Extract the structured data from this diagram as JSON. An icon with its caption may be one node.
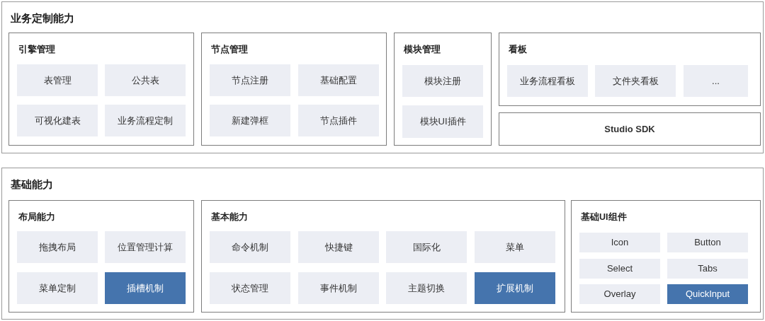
{
  "diagram": {
    "nodes": [
      {
        "text": [
          "业务定制能力"
        ]
      },
      {
        "text": [
          "引擎管理"
        ],
        "in": 0
      },
      {
        "text": [
          "表管理"
        ],
        "in": 1
      },
      {
        "text": [
          "公共表"
        ],
        "in": 1
      },
      {
        "text": [
          "可视化建表"
        ],
        "in": 1
      },
      {
        "text": [
          "业务流程定制"
        ],
        "in": 1
      },
      {
        "text": [
          "节点管理"
        ],
        "in": 0
      },
      {
        "text": [
          "节点注册"
        ],
        "in": 6
      },
      {
        "text": [
          "基础配置"
        ],
        "in": 6
      },
      {
        "text": [
          "新建弹框"
        ],
        "in": 6
      },
      {
        "text": [
          "节点插件"
        ],
        "in": 6
      },
      {
        "text": [
          "模块管理"
        ],
        "in": 0
      },
      {
        "text": [
          "模块注册"
        ],
        "in": 11
      },
      {
        "text": [
          "模块UI插件"
        ],
        "in": 11
      },
      {
        "text": [
          "看板"
        ],
        "in": 0
      },
      {
        "text": [
          "业务流程看板"
        ],
        "in": 14
      },
      {
        "text": [
          "文件夹看板"
        ],
        "in": 14
      },
      {
        "text": [
          "..."
        ],
        "in": 14
      },
      {
        "text": [
          "Studio SDK"
        ],
        "in": 0
      },
      {
        "text": [
          "基础能力"
        ]
      },
      {
        "text": [
          "布局能力"
        ],
        "in": 19
      },
      {
        "text": [
          "拖拽布局"
        ],
        "in": 20
      },
      {
        "text": [
          "位置管理计算"
        ],
        "in": 20
      },
      {
        "text": [
          "菜单定制"
        ],
        "in": 20
      },
      {
        "text": [
          "插槽机制"
        ],
        "in": 20
      },
      {
        "text": [
          "基本能力"
        ],
        "in": 19
      },
      {
        "text": [
          "命令机制"
        ],
        "in": 25
      },
      {
        "text": [
          "快捷键"
        ],
        "in": 25
      },
      {
        "text": [
          "国际化"
        ],
        "in": 25
      },
      {
        "text": [
          "菜单"
        ],
        "in": 25
      },
      {
        "text": [
          "状态管理"
        ],
        "in": 25
      },
      {
        "text": [
          "事件机制"
        ],
        "in": 25
      },
      {
        "text": [
          "主题切换"
        ],
        "in": 25
      },
      {
        "text": [
          "扩展机制"
        ],
        "in": 25
      },
      {
        "text": [
          "基础UI组件"
        ],
        "in": 19
      },
      {
        "text": [
          "Icon"
        ],
        "in": 34
      },
      {
        "text": [
          "Button"
        ],
        "in": 34
      },
      {
        "text": [
          "Select"
        ],
        "in": 34
      },
      {
        "text": [
          "Tabs"
        ],
        "in": 34
      },
      {
        "text": [
          "Overlay"
        ],
        "in": 34
      },
      {
        "text": [
          "QuickInput"
        ],
        "in": 34
      }
    ]
  }
}
